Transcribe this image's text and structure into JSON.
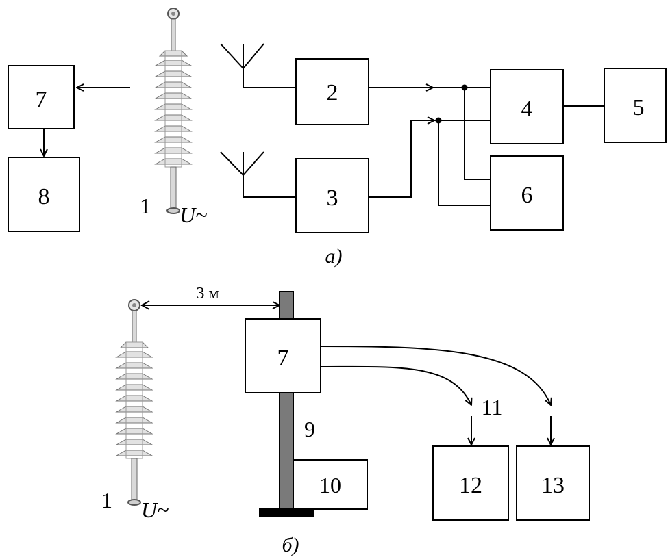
{
  "diagram_a": {
    "caption": "а)",
    "insulator_label": "1",
    "voltage_label": "U~",
    "blocks": {
      "b7": "7",
      "b8": "8",
      "b2": "2",
      "b3": "3",
      "b4": "4",
      "b5": "5",
      "b6": "6"
    }
  },
  "diagram_b": {
    "caption": "б)",
    "insulator_label": "1",
    "voltage_label": "U~",
    "distance_label": "3 м",
    "pole_label": "9",
    "cable_label": "11",
    "blocks": {
      "b7": "7",
      "b10": "10",
      "b12": "12",
      "b13": "13"
    }
  }
}
